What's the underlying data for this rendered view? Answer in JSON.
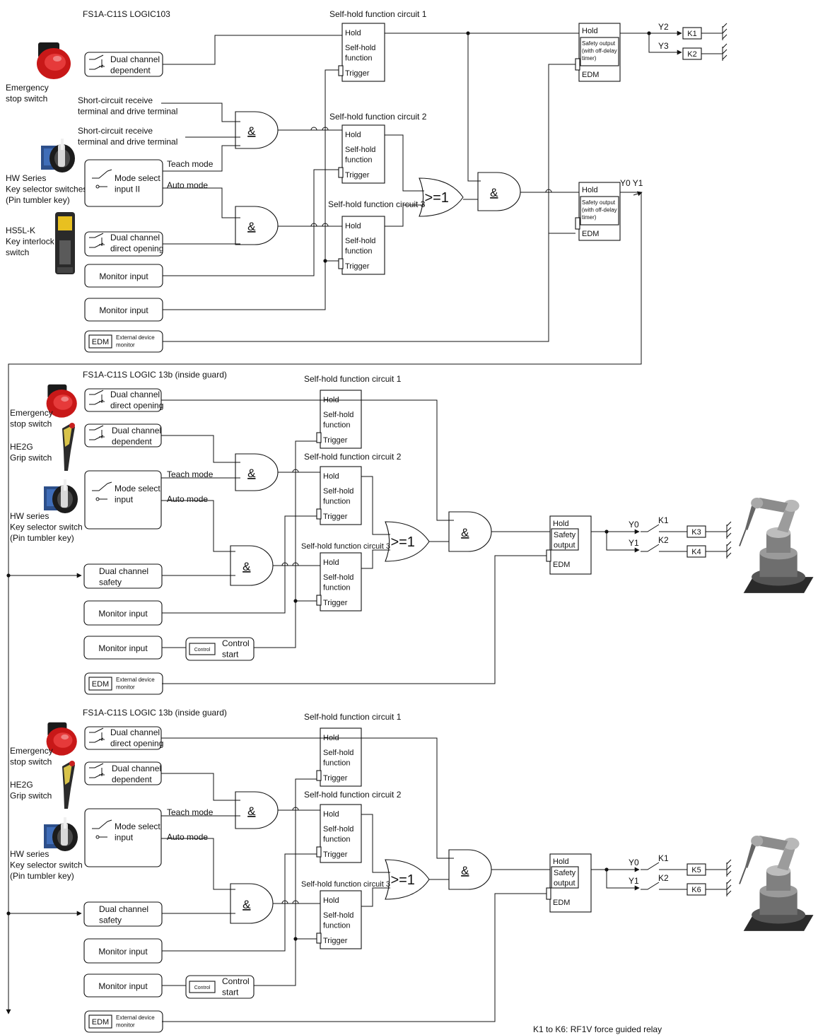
{
  "section1": {
    "title": "FS1A-C11S  LOGIC103",
    "devices": {
      "estop": "Emergency\nstop switch",
      "hw": "HW Series\nKey selector switches\n(Pin tumbler key)",
      "hs5l": "HS5L-K\nKey interlock\nswitch"
    },
    "inputs": {
      "dual_dep": "Dual channel\ndependent",
      "mode": "Mode select\ninput II",
      "dual_open": "Dual channel\ndirect opening",
      "mon1": "Monitor input",
      "mon2": "Monitor input",
      "edm": "EDM",
      "edm_desc": "External device\nmonitor"
    },
    "signals": {
      "sc1": "Short-circuit receive\nterminal and drive terminal",
      "sc2": "Short-circuit receive\nterminal and drive terminal",
      "teach": "Teach mode",
      "auto": "Auto mode"
    },
    "circuits": {
      "c1": "Self-hold function circuit 1",
      "c2": "Self-hold function circuit 2",
      "c3": "Self-hold function circuit 3"
    },
    "block": {
      "hold": "Hold",
      "func": "Self-hold\nfunction",
      "trigger": "Trigger"
    },
    "gates": {
      "and": "&",
      "or": ">=1"
    },
    "outputs": {
      "safety": "Safety output\n(with off-delay\ntimer)",
      "edm": "EDM",
      "y2": "Y2",
      "y3": "Y3",
      "k1": "K1",
      "k2": "K2",
      "y01": "Y0  Y1"
    }
  },
  "section2": {
    "title": "FS1A-C11S  LOGIC 13b (inside guard)",
    "devices": {
      "estop": "Emergency\nstop switch",
      "he2g": "HE2G\nGrip switch",
      "hw": "HW series\nKey selector switch\n(Pin tumbler key)"
    },
    "inputs": {
      "dual_open": "Dual channel\ndirect opening",
      "dual_dep": "Dual channel\ndependent",
      "mode": "Mode select\ninput",
      "dual_safety": "Dual channel\nsafety",
      "mon1": "Monitor input",
      "mon2": "Monitor input",
      "control": "Control",
      "control_start": "Control\nstart",
      "edm": "EDM",
      "edm_desc": "External device\nmonitor"
    },
    "signals": {
      "teach": "Teach mode",
      "auto": "Auto mode"
    },
    "circuits": {
      "c1": "Self-hold function circuit 1",
      "c2": "Self-hold function circuit 2",
      "c3": "Self-hold function circuit 3"
    },
    "block": {
      "hold": "Hold",
      "func": "Self-hold\nfunction",
      "trigger": "Trigger"
    },
    "gates": {
      "and": "&",
      "or": ">=1"
    },
    "outputs": {
      "safety": "Safety\noutput",
      "hold": "Hold",
      "edm": "EDM",
      "y0": "Y0",
      "y1": "Y1",
      "k1": "K1",
      "k2": "K2",
      "kA": "K3",
      "kB": "K4"
    }
  },
  "section3": {
    "title": "FS1A-C11S  LOGIC 13b (inside guard)",
    "devices": {
      "estop": "Emergency\nstop switch",
      "he2g": "HE2G\nGrip switch",
      "hw": "HW series\nKey selector switch\n(Pin tumbler key)"
    },
    "inputs": {
      "dual_open": "Dual channel\ndirect opening",
      "dual_dep": "Dual channel\ndependent",
      "mode": "Mode select\ninput",
      "dual_safety": "Dual channel\nsafety",
      "mon1": "Monitor input",
      "mon2": "Monitor input",
      "control": "Control",
      "control_start": "Control\nstart",
      "edm": "EDM",
      "edm_desc": "External device\nmonitor"
    },
    "signals": {
      "teach": "Teach mode",
      "auto": "Auto mode"
    },
    "circuits": {
      "c1": "Self-hold function circuit 1",
      "c2": "Self-hold function circuit 2",
      "c3": "Self-hold function circuit 3"
    },
    "block": {
      "hold": "Hold",
      "func": "Self-hold\nfunction",
      "trigger": "Trigger"
    },
    "gates": {
      "and": "&",
      "or": ">=1"
    },
    "outputs": {
      "safety": "Safety\noutput",
      "hold": "Hold",
      "edm": "EDM",
      "y0": "Y0",
      "y1": "Y1",
      "k1": "K1",
      "k2": "K2",
      "kA": "K5",
      "kB": "K6"
    }
  },
  "footnote": "K1 to K6: RF1V force guided relay",
  "colors": {
    "line": "#111111",
    "estop_red": "#d42020",
    "robot_gray": "#8a8a8a"
  }
}
